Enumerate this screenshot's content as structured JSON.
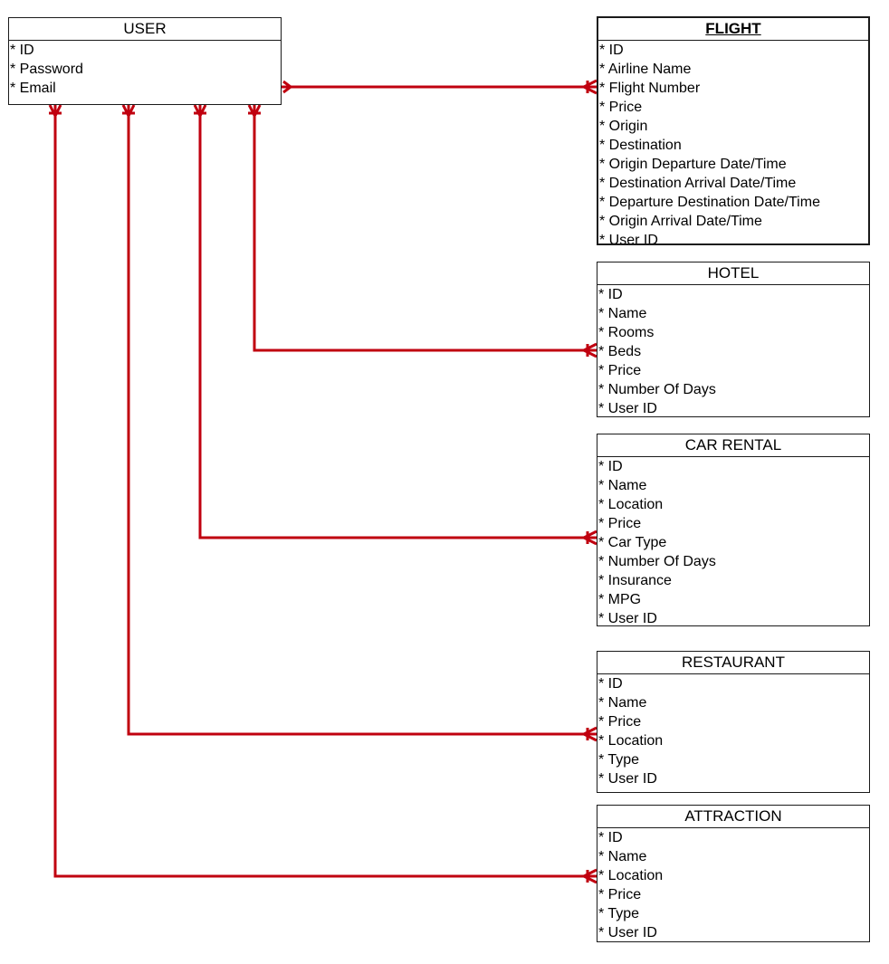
{
  "entities": {
    "user": {
      "title": "USER",
      "attributes": [
        "* ID",
        "* Password",
        "* Email"
      ]
    },
    "flight": {
      "title": "FLIGHT",
      "attributes": [
        "* ID",
        "* Airline Name",
        "* Flight Number",
        "* Price",
        "* Origin",
        "* Destination",
        "* Origin Departure Date/Time",
        "* Destination Arrival Date/Time",
        "* Departure Destination Date/Time",
        "* Origin Arrival Date/Time",
        "* User ID"
      ]
    },
    "hotel": {
      "title": "HOTEL",
      "attributes": [
        "* ID",
        "* Name",
        "* Rooms",
        "* Beds",
        "* Price",
        "* Number Of Days",
        "* User ID"
      ]
    },
    "car_rental": {
      "title": "CAR RENTAL",
      "attributes": [
        "* ID",
        "* Name",
        "* Location",
        "* Price",
        "* Car Type",
        "* Number Of Days",
        "* Insurance",
        "* MPG",
        "* User ID"
      ]
    },
    "restaurant": {
      "title": "RESTAURANT",
      "attributes": [
        "* ID",
        "* Name",
        "* Price",
        "* Location",
        "* Type",
        "* User ID"
      ]
    },
    "attraction": {
      "title": "ATTRACTION",
      "attributes": [
        "* ID",
        "* Name",
        "* Location",
        "* Price",
        "* Type",
        "* User ID"
      ]
    }
  },
  "relationships": [
    {
      "from": "user",
      "to": "flight",
      "from_end": "one",
      "to_end": "many"
    },
    {
      "from": "user",
      "to": "hotel",
      "from_end": "many",
      "to_end": "many"
    },
    {
      "from": "user",
      "to": "car_rental",
      "from_end": "many",
      "to_end": "many"
    },
    {
      "from": "user",
      "to": "restaurant",
      "from_end": "many",
      "to_end": "many"
    },
    {
      "from": "user",
      "to": "attraction",
      "from_end": "many",
      "to_end": "many"
    }
  ],
  "colors": {
    "link": "#c0000f",
    "border": "#1a1a1a"
  }
}
